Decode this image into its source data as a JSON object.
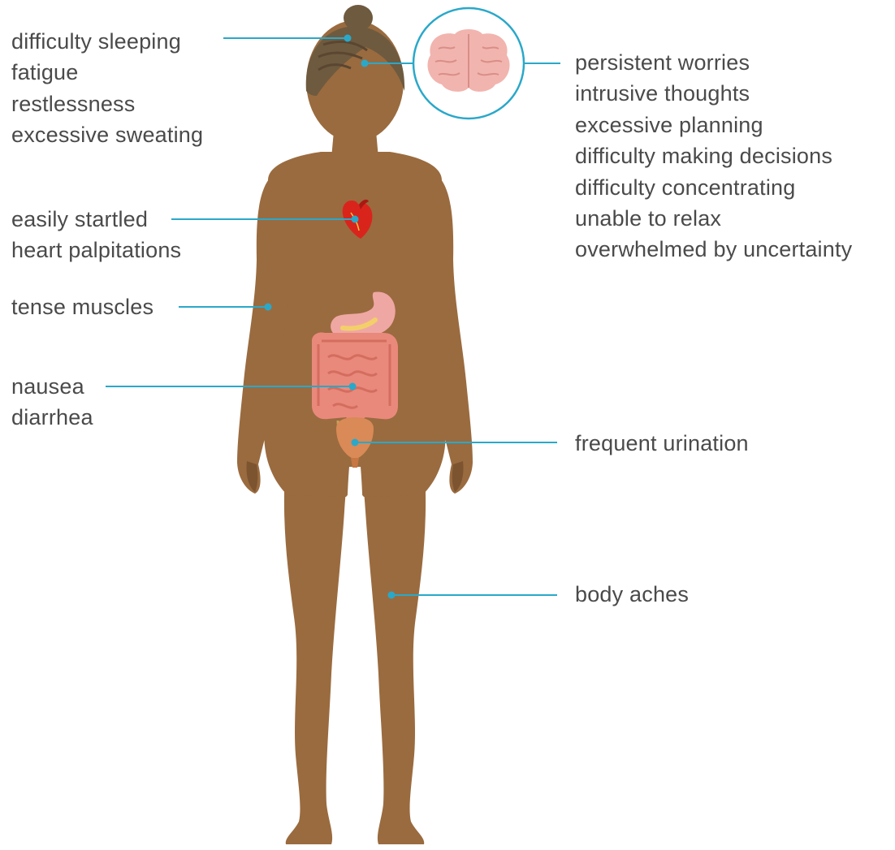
{
  "colors": {
    "skin": "#9a6b3f",
    "skin_shadow": "#7d5430",
    "hair": "#6e5a3f",
    "hair_shade": "#5a4631",
    "leader_line": "#2aa8c9",
    "text": "#4a4a4a",
    "brain": "#f2b4ae",
    "heart": "#d9241c",
    "stomach": "#efa7a3",
    "intestine": "#e9897b",
    "bladder": "#d98a56"
  },
  "icons": {
    "brain": "brain-icon",
    "heart": "heart-icon",
    "stomach": "stomach-icon",
    "intestines": "intestines-icon",
    "bladder": "bladder-icon"
  },
  "labels": {
    "head": [
      "difficulty sleeping",
      "fatigue",
      "restlessness",
      "excessive sweating"
    ],
    "heart": [
      "easily startled",
      "heart palpitations"
    ],
    "muscles": [
      "tense muscles"
    ],
    "gut": [
      "nausea",
      "diarrhea"
    ],
    "mind": [
      "persistent worries",
      "intrusive thoughts",
      "excessive planning",
      "difficulty making decisions",
      "difficulty concentrating",
      "unable to relax",
      "overwhelmed by uncertainty"
    ],
    "bladder": [
      "frequent urination"
    ],
    "legs": [
      "body aches"
    ]
  }
}
